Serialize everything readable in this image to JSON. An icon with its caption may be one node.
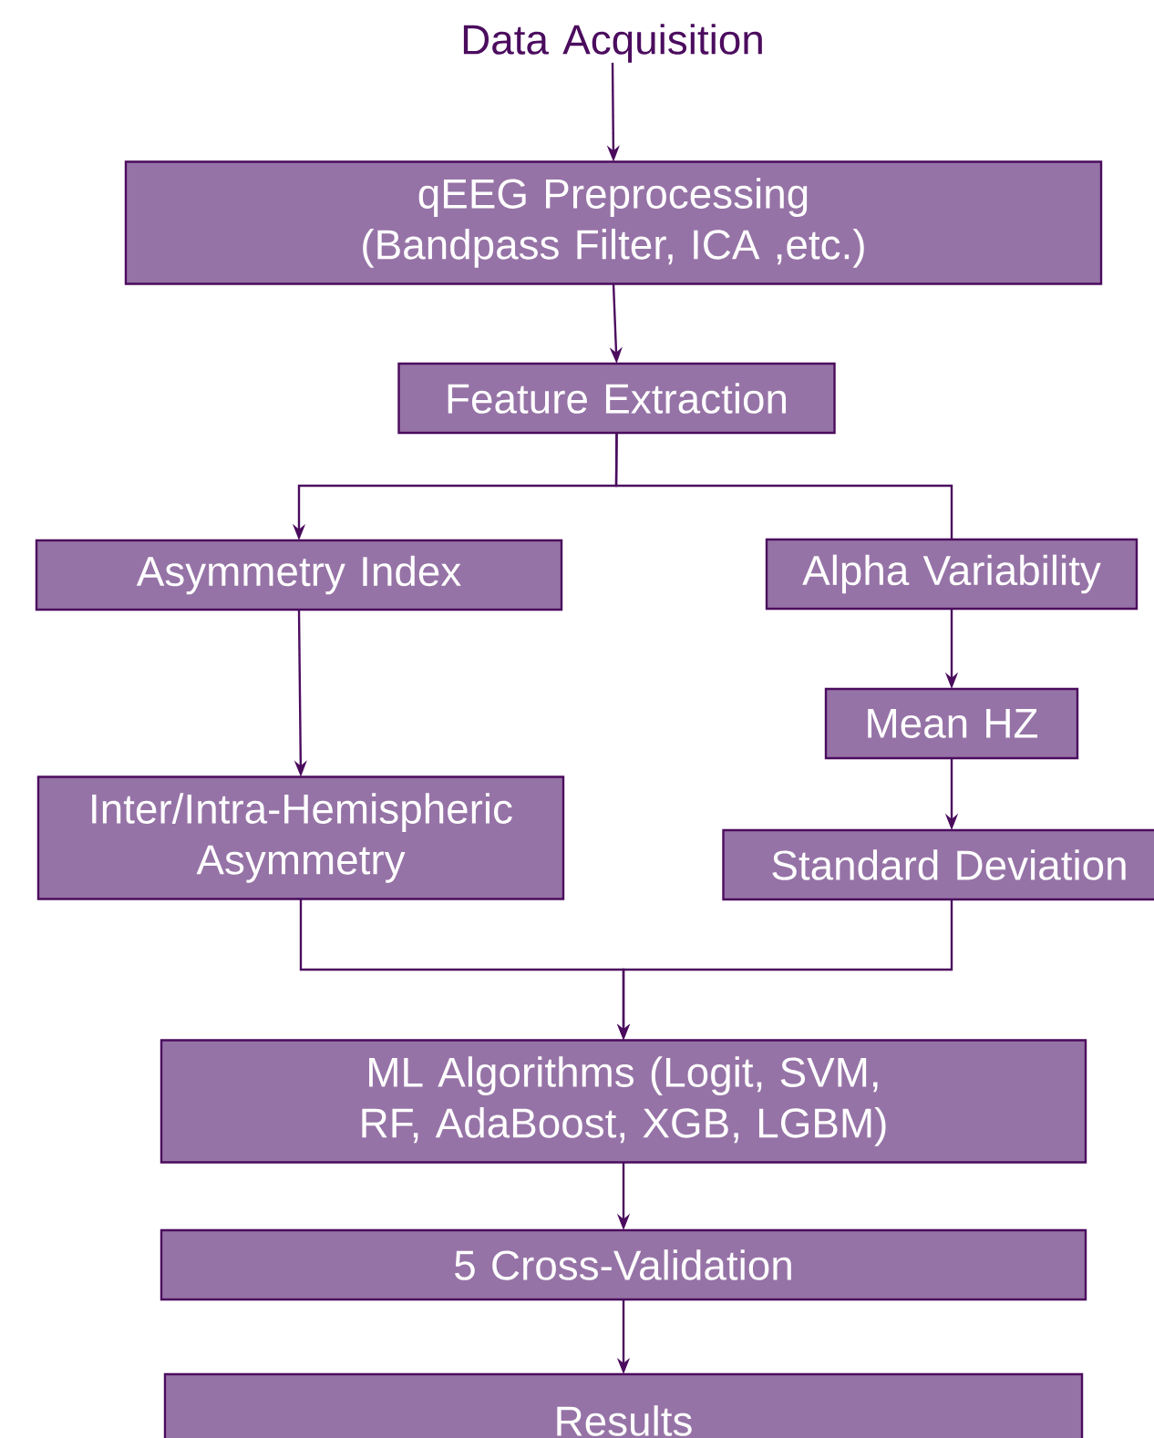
{
  "diagram": {
    "nodes": [
      {
        "text": [
          "Data Acquisition"
        ]
      },
      {
        "text": [
          "qEEG Preprocessing (Bandpass Filter, ICA ,etc.)"
        ]
      },
      {
        "text": [
          "Feature Extraction"
        ]
      },
      {
        "text": [
          "Asymmetry Index"
        ]
      },
      {
        "text": [
          "Alpha Variability"
        ]
      },
      {
        "text": [
          "Mean HZ"
        ]
      },
      {
        "text": [
          "Inter/Intra-Hemispheric Asymmetry"
        ]
      },
      {
        "text": [
          "Standard Deviation"
        ]
      },
      {
        "text": [
          "ML Algorithms (Logit, SVM, RF, AdaBoost, XGB, LGBM)"
        ]
      },
      {
        "text": [
          "5 Cross-Validation"
        ]
      },
      {
        "text": [
          "Results"
        ]
      }
    ],
    "edges": [
      {
        "from": 0,
        "to": 1,
        "arrow": "to"
      },
      {
        "from": 1,
        "to": 2,
        "arrow": "to"
      },
      {
        "from": 2,
        "to": 3,
        "arrow": "to"
      },
      {
        "from": 2,
        "to": 4,
        "arrow": "none"
      },
      {
        "from": 3,
        "to": 6,
        "arrow": "to"
      },
      {
        "from": 4,
        "to": 5,
        "arrow": "to"
      },
      {
        "from": 5,
        "to": 7,
        "arrow": "to"
      },
      {
        "from": 6,
        "to": 8,
        "arrow": "to"
      },
      {
        "from": 7,
        "to": 8,
        "arrow": "to"
      },
      {
        "from": 8,
        "to": 9,
        "arrow": "to"
      },
      {
        "from": 9,
        "to": 10,
        "arrow": "to"
      }
    ]
  }
}
